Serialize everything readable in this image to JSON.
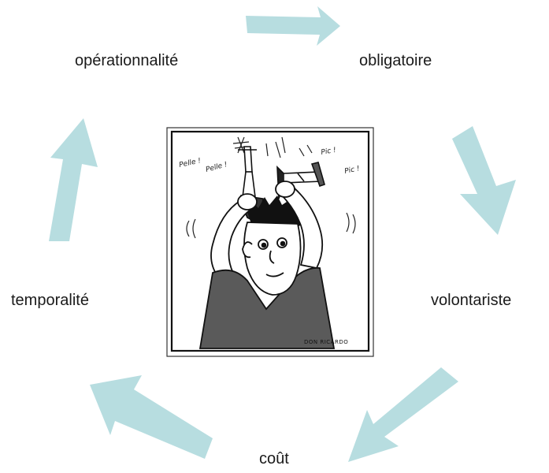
{
  "cycle": {
    "arrow_color": "#b7dde0",
    "labels": [
      "opérationnalité",
      "obligatoire",
      "volontariste",
      "coût",
      "temporalité"
    ]
  },
  "illustration": {
    "onomatopoeia": [
      "Pelle !",
      "Pelle !",
      "Pic !",
      "Pic !"
    ],
    "signature": "DON RICARDO"
  }
}
